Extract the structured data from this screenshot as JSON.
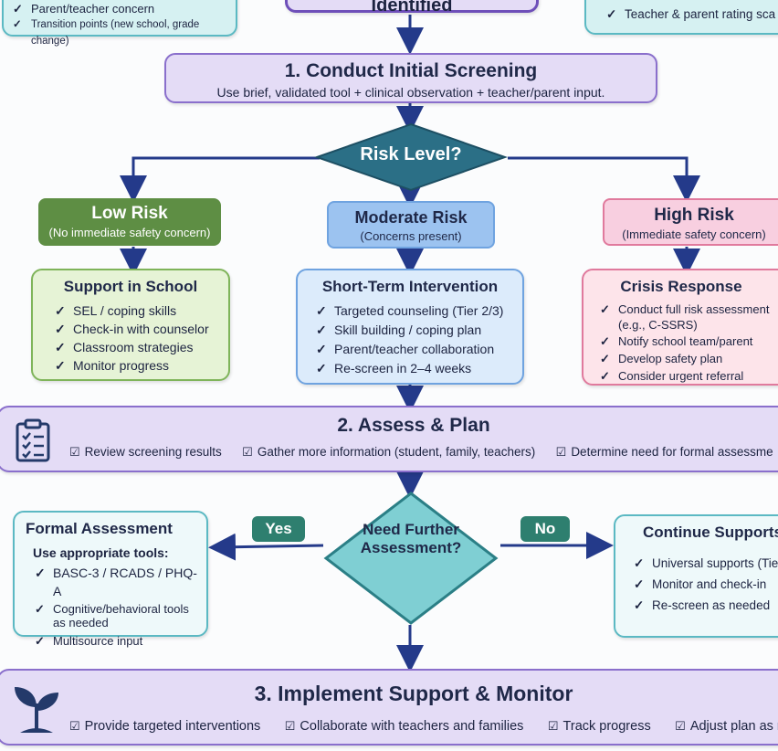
{
  "top": {
    "left_items": [
      "Parent/teacher concern",
      "Transition points (new school, grade change)"
    ],
    "center_label": "Identified",
    "right_items": [
      "Teacher & parent rating sca"
    ]
  },
  "step1": {
    "title": "1. Conduct Initial Screening",
    "subtitle": "Use brief, validated tool + clinical observation + teacher/parent input."
  },
  "risk_question": "Risk Level?",
  "low": {
    "title": "Low Risk",
    "sub": "(No immediate safety concern)",
    "box_title": "Support in School",
    "items": [
      "SEL / coping skills",
      "Check-in with counselor",
      "Classroom strategies",
      "Monitor progress"
    ]
  },
  "moderate": {
    "title": "Moderate Risk",
    "sub": "(Concerns present)",
    "box_title": "Short-Term Intervention",
    "items": [
      "Targeted counseling (Tier 2/3)",
      "Skill building / coping plan",
      "Parent/teacher collaboration",
      "Re-screen in 2–4 weeks"
    ]
  },
  "high": {
    "title": "High Risk",
    "sub": "(Immediate safety concern)",
    "box_title": "Crisis Response",
    "items": [
      "Conduct full risk assessment (e.g., C-SSRS)",
      "Notify school team/parent",
      "Develop safety plan",
      "Consider urgent referral"
    ]
  },
  "step2": {
    "title": "2. Assess & Plan",
    "items": [
      "Review screening results",
      "Gather more information (student, family, teachers)",
      "Determine need for formal assessme"
    ]
  },
  "decision2": {
    "question": "Need Further Assessment?",
    "yes": "Yes",
    "no": "No"
  },
  "formal": {
    "title": "Formal Assessment",
    "lead": "Use appropriate tools:",
    "items": [
      "BASC-3 / RCADS / PHQ-A",
      "Cognitive/behavioral tools as needed",
      "Multisource input"
    ]
  },
  "continue": {
    "title": "Continue Supports",
    "items": [
      "Universal supports (Tier",
      "Monitor and check-in",
      "Re-screen as needed"
    ]
  },
  "step3": {
    "title": "3. Implement Support & Monitor",
    "items": [
      "Provide targeted interventions",
      "Collaborate with teachers and families",
      "Track progress",
      "Adjust plan as ne"
    ]
  },
  "colors": {
    "purple_fill": "#e4dcf6",
    "purple_border": "#8a6fcc",
    "teal_fill": "#d6f1f2",
    "teal_border": "#5bb9c3",
    "green_hdr": "#5e8e44",
    "green_fill": "#e6f3d6",
    "green_border": "#7fb45a",
    "blue_hdr": "#9cc3f0",
    "blue_fill": "#dcebfb",
    "blue_border": "#6fa3e0",
    "pink_hdr": "#f8cfe0",
    "pink_fill": "#fde4ea",
    "pink_border": "#e07a9d",
    "diamond_dark": "#2b6f86",
    "diamond_teal": "#7fcfd3",
    "arrow": "#243a8a",
    "yesno": "#2e7f6f"
  },
  "icons": [
    "clipboard-icon",
    "sprout-icon",
    "check-icon",
    "checkbox-icon"
  ]
}
